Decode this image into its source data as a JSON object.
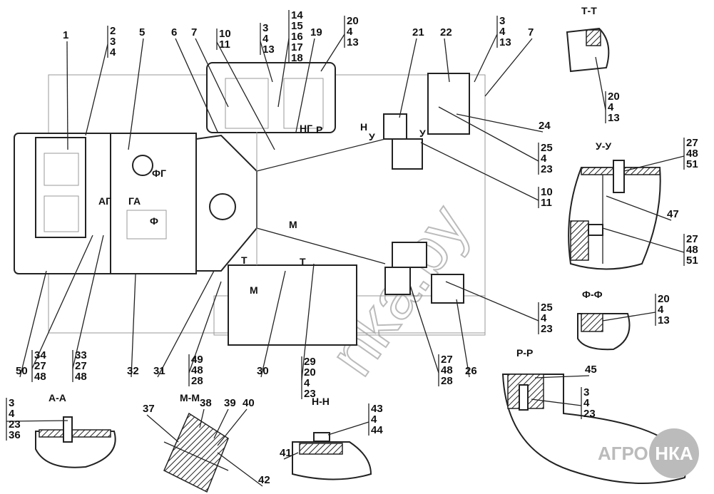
{
  "callouts": [
    {
      "id": "c1",
      "lines": [
        "1"
      ]
    },
    {
      "id": "c2",
      "lines": [
        "2",
        "3",
        "4"
      ]
    },
    {
      "id": "c5",
      "lines": [
        "5"
      ]
    },
    {
      "id": "c6",
      "lines": [
        "6"
      ]
    },
    {
      "id": "c7a",
      "lines": [
        "7"
      ]
    },
    {
      "id": "c10a",
      "lines": [
        "10",
        "11"
      ]
    },
    {
      "id": "c3a",
      "lines": [
        "3",
        "4",
        "13"
      ]
    },
    {
      "id": "c14",
      "lines": [
        "14",
        "15",
        "16",
        "17",
        "18"
      ]
    },
    {
      "id": "c19",
      "lines": [
        "19"
      ]
    },
    {
      "id": "c20a",
      "lines": [
        "20",
        "4",
        "13"
      ]
    },
    {
      "id": "c21",
      "lines": [
        "21"
      ]
    },
    {
      "id": "c22",
      "lines": [
        "22"
      ]
    },
    {
      "id": "c3b",
      "lines": [
        "3",
        "4",
        "13"
      ]
    },
    {
      "id": "c7b",
      "lines": [
        "7"
      ]
    },
    {
      "id": "c20b",
      "lines": [
        "20",
        "4",
        "13"
      ]
    },
    {
      "id": "c24",
      "lines": [
        "24"
      ]
    },
    {
      "id": "c25a",
      "lines": [
        "25",
        "4",
        "23"
      ]
    },
    {
      "id": "c27a",
      "lines": [
        "27",
        "48",
        "51"
      ]
    },
    {
      "id": "c10b",
      "lines": [
        "10",
        "11"
      ]
    },
    {
      "id": "c47",
      "lines": [
        "47"
      ]
    },
    {
      "id": "c27b",
      "lines": [
        "27",
        "48",
        "51"
      ]
    },
    {
      "id": "c20c",
      "lines": [
        "20",
        "4",
        "13"
      ]
    },
    {
      "id": "c25b",
      "lines": [
        "25",
        "4",
        "23"
      ]
    },
    {
      "id": "c45",
      "lines": [
        "45"
      ]
    },
    {
      "id": "c3c",
      "lines": [
        "3",
        "4",
        "23"
      ]
    },
    {
      "id": "c27c",
      "lines": [
        "27",
        "48",
        "28"
      ]
    },
    {
      "id": "c26",
      "lines": [
        "26"
      ]
    },
    {
      "id": "c29",
      "lines": [
        "29",
        "20",
        "4",
        "23"
      ]
    },
    {
      "id": "c30",
      "lines": [
        "30"
      ]
    },
    {
      "id": "c31",
      "lines": [
        "31"
      ]
    },
    {
      "id": "c32",
      "lines": [
        "32"
      ]
    },
    {
      "id": "c49",
      "lines": [
        "49",
        "48",
        "28"
      ]
    },
    {
      "id": "c50",
      "lines": [
        "50"
      ]
    },
    {
      "id": "c34",
      "lines": [
        "34",
        "27",
        "48"
      ]
    },
    {
      "id": "c33",
      "lines": [
        "33",
        "27",
        "48"
      ]
    },
    {
      "id": "c3d",
      "lines": [
        "3",
        "4",
        "23",
        "36"
      ]
    },
    {
      "id": "c37",
      "lines": [
        "37"
      ]
    },
    {
      "id": "c38",
      "lines": [
        "38"
      ]
    },
    {
      "id": "c39",
      "lines": [
        "39"
      ]
    },
    {
      "id": "c40",
      "lines": [
        "40"
      ]
    },
    {
      "id": "c42",
      "lines": [
        "42"
      ]
    },
    {
      "id": "c43",
      "lines": [
        "43",
        "4",
        "44"
      ]
    },
    {
      "id": "c41",
      "lines": [
        "41"
      ]
    }
  ],
  "sections": {
    "tt": "Т-Т",
    "uu": "У-У",
    "ff": "Ф-Ф",
    "pp": "Р-Р",
    "aa": "А-А",
    "mm": "М-М",
    "hh": "Н-Н"
  },
  "marks": {
    "f1": "ФГ",
    "f2": "Ф",
    "a1": "АГ",
    "a2": "ГА",
    "ng": "НГ",
    "r": "Р",
    "n": "Н",
    "u1": "У",
    "u2": "У",
    "m1": "М",
    "m2": "М",
    "t1": "Т",
    "t2": "Т"
  },
  "logo": {
    "text1": "АГРО",
    "text2": "НКА"
  },
  "watermark": "nka.by"
}
